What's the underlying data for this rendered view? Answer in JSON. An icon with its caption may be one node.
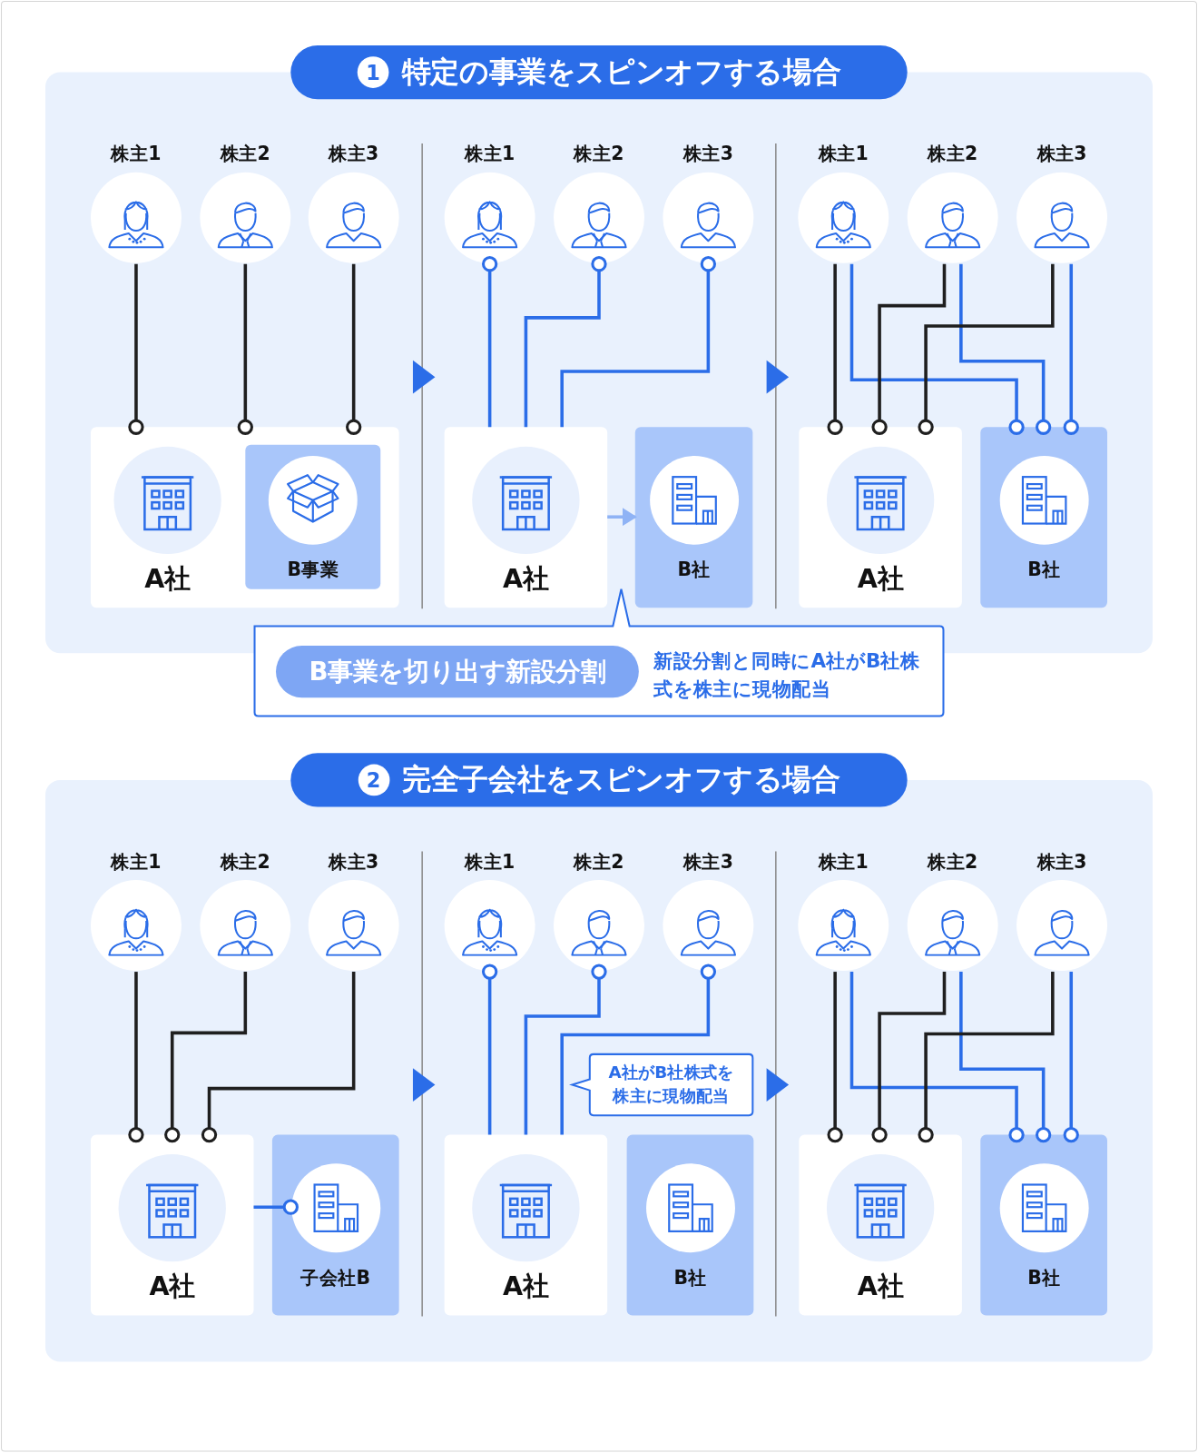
{
  "diagram": {
    "nodes": [
      {
        "text": [
          "1",
          "特定の事業をスピンオフする場合"
        ]
      },
      {
        "text": [
          "株主1"
        ],
        "in": 0
      },
      {
        "text": [
          "株主2"
        ],
        "in": 0
      },
      {
        "text": [
          "株主3"
        ],
        "in": 0
      },
      {
        "text": [],
        "shape": "box",
        "in": 0
      },
      {
        "text": [
          "A社"
        ],
        "in": 4
      },
      {
        "text": [
          "B事業"
        ],
        "in": 4
      },
      {
        "text": [
          "株主1"
        ],
        "in": 0
      },
      {
        "text": [
          "株主2"
        ],
        "in": 0
      },
      {
        "text": [
          "株主3"
        ],
        "in": 0
      },
      {
        "text": [
          "A社"
        ],
        "in": 0
      },
      {
        "text": [
          "B社"
        ],
        "in": 0
      },
      {
        "text": [
          "B事業を切り出す新設分割",
          "新設分割と同時にA社がB社株式を株主に現物配当"
        ]
      },
      {
        "text": [
          "株主1"
        ],
        "in": 0
      },
      {
        "text": [
          "株主2"
        ],
        "in": 0
      },
      {
        "text": [
          "株主3"
        ],
        "in": 0
      },
      {
        "text": [
          "A社"
        ],
        "in": 0
      },
      {
        "text": [
          "B社"
        ],
        "in": 0
      },
      {
        "text": [
          "2",
          "完全子会社をスピンオフする場合"
        ]
      },
      {
        "text": [
          "株主1"
        ],
        "in": 18
      },
      {
        "text": [
          "株主2"
        ],
        "in": 18
      },
      {
        "text": [
          "株主3"
        ],
        "in": 18
      },
      {
        "text": [
          "A社"
        ],
        "in": 18
      },
      {
        "text": [
          "子会社B"
        ],
        "in": 18
      },
      {
        "text": [
          "株主1"
        ],
        "in": 18
      },
      {
        "text": [
          "株主2"
        ],
        "in": 18
      },
      {
        "text": [
          "株主3"
        ],
        "in": 18
      },
      {
        "text": [
          "A社"
        ],
        "in": 18
      },
      {
        "text": [
          "B社"
        ],
        "in": 18
      },
      {
        "text": [
          "A社がB社株式を株主に現物配当"
        ],
        "in": 18
      },
      {
        "text": [
          "株主1"
        ],
        "in": 18
      },
      {
        "text": [
          "株主2"
        ],
        "in": 18
      },
      {
        "text": [
          "株主3"
        ],
        "in": 18
      },
      {
        "text": [
          "A社"
        ],
        "in": 18
      },
      {
        "text": [
          "B社"
        ],
        "in": 18
      }
    ],
    "edges": [
      {
        "from": 1,
        "to": 4,
        "arrow": "other",
        "color": "#1f1f1f"
      },
      {
        "from": 2,
        "to": 4,
        "arrow": "other",
        "color": "#1f1f1f"
      },
      {
        "from": 3,
        "to": 4,
        "arrow": "other",
        "color": "#1f1f1f"
      },
      {
        "from": 10,
        "to": 7,
        "arrow": "other"
      },
      {
        "from": 10,
        "to": 8,
        "arrow": "other"
      },
      {
        "from": 10,
        "to": 9,
        "arrow": "other"
      },
      {
        "from": 10,
        "to": 11,
        "arrow": "to",
        "color": "#8fb3f5"
      },
      {
        "from": 13,
        "to": 16,
        "arrow": "other",
        "color": "#1f1f1f"
      },
      {
        "from": 13,
        "to": 17,
        "arrow": "other"
      },
      {
        "from": 14,
        "to": 16,
        "arrow": "other",
        "color": "#1f1f1f"
      },
      {
        "from": 14,
        "to": 17,
        "arrow": "other"
      },
      {
        "from": 15,
        "to": 16,
        "arrow": "other",
        "color": "#1f1f1f"
      },
      {
        "from": 15,
        "to": 17,
        "arrow": "other"
      },
      {
        "from": 19,
        "to": 22,
        "arrow": "other",
        "color": "#1f1f1f"
      },
      {
        "from": 20,
        "to": 22,
        "arrow": "other",
        "color": "#1f1f1f"
      },
      {
        "from": 21,
        "to": 22,
        "arrow": "other",
        "color": "#1f1f1f"
      },
      {
        "from": 22,
        "to": 23,
        "arrow": "other"
      },
      {
        "from": 27,
        "to": 24,
        "arrow": "other"
      },
      {
        "from": 27,
        "to": 25,
        "arrow": "other"
      },
      {
        "from": 27,
        "to": 26,
        "arrow": "other"
      },
      {
        "from": 30,
        "to": 33,
        "arrow": "other",
        "color": "#1f1f1f"
      },
      {
        "from": 30,
        "to": 34,
        "arrow": "other"
      },
      {
        "from": 31,
        "to": 33,
        "arrow": "other",
        "color": "#1f1f1f"
      },
      {
        "from": 31,
        "to": 34,
        "arrow": "other"
      },
      {
        "from": 32,
        "to": 33,
        "arrow": "other",
        "color": "#1f1f1f"
      },
      {
        "from": 32,
        "to": 34,
        "arrow": "other"
      }
    ]
  }
}
